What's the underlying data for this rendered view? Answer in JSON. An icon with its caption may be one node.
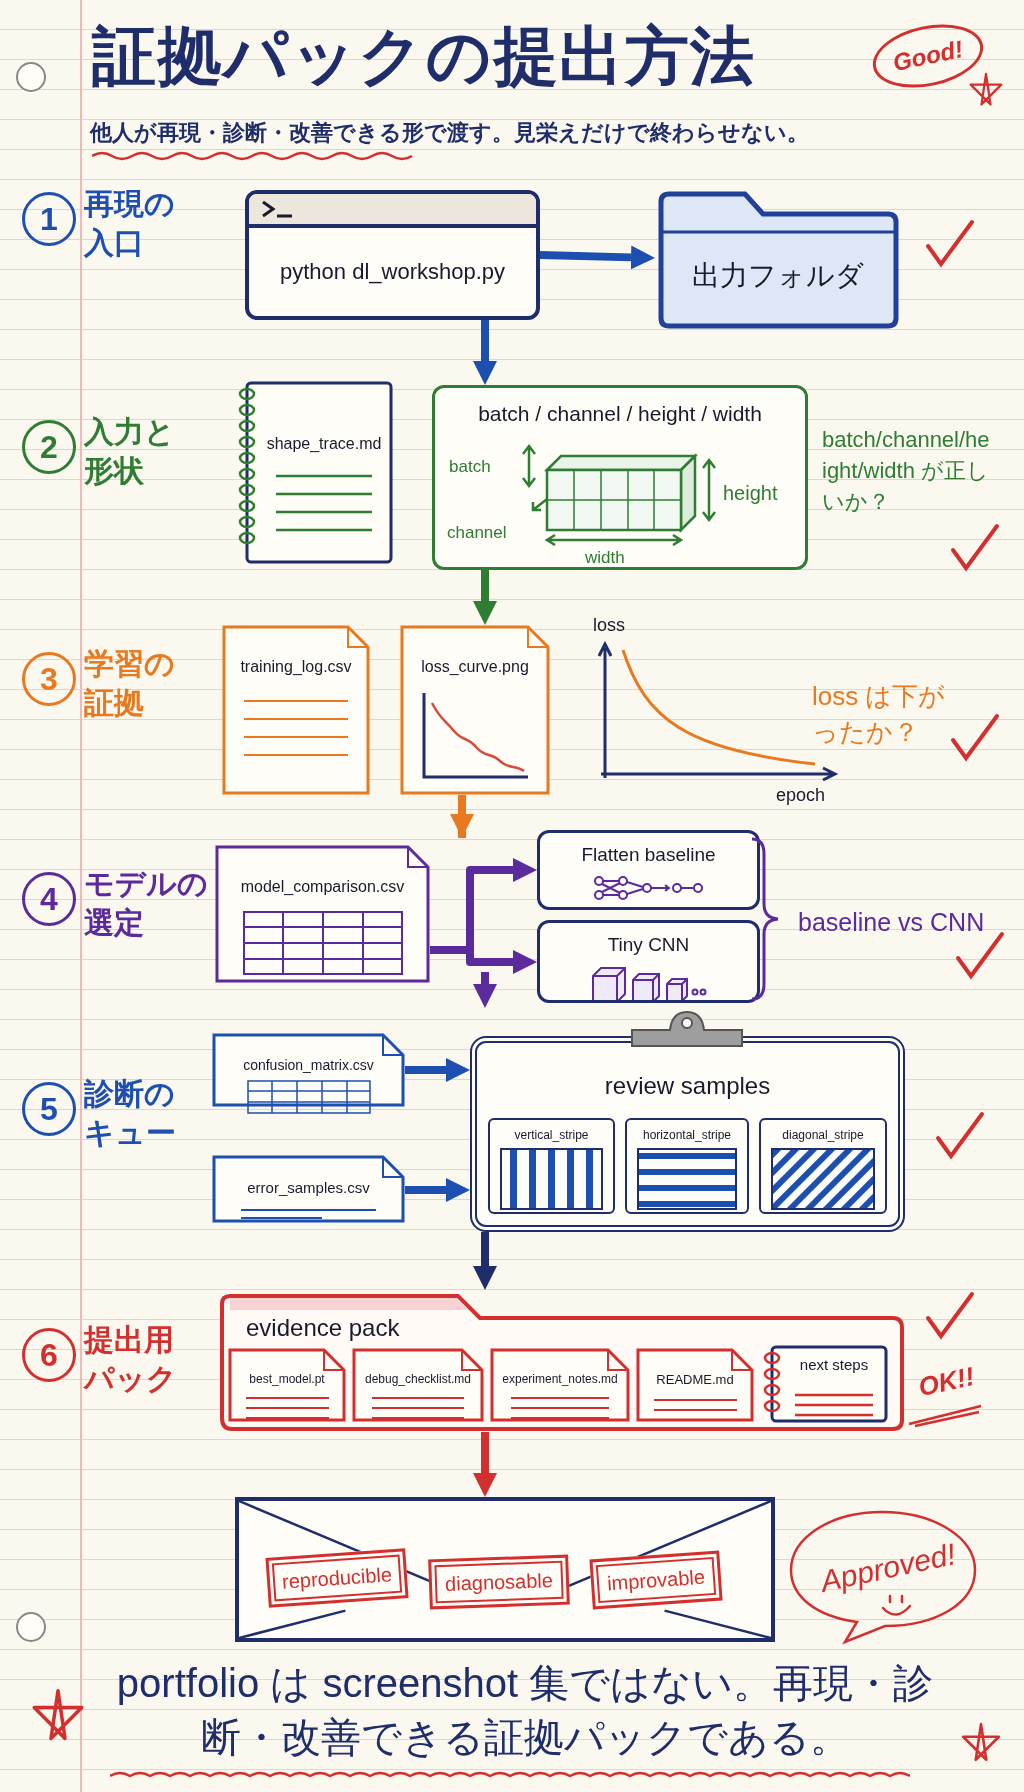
{
  "diagram": {
    "title": "証拠パックの提出方法",
    "caption": "portfolio は screenshot 集ではない。再現・診断・改善できる証拠パックである。",
    "nodes": [
      {
        "text": [
          "1"
        ],
        "beside": [
          "再現の入口"
        ]
      },
      {
        "text": [
          "python dl_workshop.py"
        ]
      },
      {
        "text": [
          "出力フォルダ"
        ]
      },
      {
        "text": [
          "2"
        ],
        "beside": [
          "入力と形状"
        ]
      },
      {
        "text": [
          "shape_trace.md"
        ]
      },
      {
        "text": [
          "batch / channel / height / width",
          "batch",
          "height",
          "channel",
          "width"
        ],
        "beside": [
          "batch/channel/height/width が正しいか？"
        ]
      },
      {
        "text": [
          "3"
        ],
        "beside": [
          "学習の証拠"
        ]
      },
      {
        "text": [
          "training_log.csv"
        ]
      },
      {
        "text": [
          "loss_curve.png"
        ]
      },
      {
        "text": [
          "4"
        ],
        "beside": [
          "モデルの選定"
        ]
      },
      {
        "text": [
          "model_comparison.csv"
        ]
      },
      {
        "text": [
          "Flatten baseline"
        ]
      },
      {
        "text": [
          "Tiny CNN"
        ]
      },
      {
        "text": [
          "5"
        ],
        "beside": [
          "診断のキュー"
        ]
      },
      {
        "text": [
          "confusion_matrix.csv"
        ]
      },
      {
        "text": [
          "error_samples.csv"
        ]
      },
      {
        "text": [
          "review samples"
        ]
      },
      {
        "text": [
          "vertical_stripe"
        ],
        "in": 16
      },
      {
        "text": [
          "horizontal_stripe"
        ],
        "in": 16
      },
      {
        "text": [
          "diagonal_stripe"
        ],
        "in": 16
      },
      {
        "text": [
          "6"
        ],
        "beside": [
          "提出用パック"
        ]
      },
      {
        "text": [
          "evidence pack"
        ]
      },
      {
        "text": [
          "best_model.pt"
        ],
        "in": 21
      },
      {
        "text": [
          "debug_checklist.md"
        ],
        "in": 21
      },
      {
        "text": [
          "experiment_notes.md"
        ],
        "in": 21
      },
      {
        "text": [
          "README.md"
        ],
        "in": 21
      },
      {
        "text": [
          "next steps"
        ],
        "in": 21
      },
      {
        "text": [],
        "shape": "envelope"
      },
      {
        "text": [
          "reproducible"
        ],
        "in": 27
      },
      {
        "text": [
          "diagnosable"
        ],
        "in": 27
      },
      {
        "text": [
          "improvable"
        ],
        "in": 27
      }
    ],
    "edges": [
      {
        "from": 1,
        "to": 2,
        "arrow": "to"
      },
      {
        "from": 1,
        "to": 5,
        "arrow": "to"
      },
      {
        "from": 5,
        "to": 8,
        "arrow": "to",
        "color": "#2e7d32"
      },
      {
        "from": 8,
        "to": null,
        "arrow": "to",
        "color": "#e8791e"
      },
      {
        "from": 10,
        "to": 11,
        "arrow": "to",
        "color": "#5b2a9c"
      },
      {
        "from": 10,
        "to": 12,
        "arrow": "to",
        "color": "#5b2a9c"
      },
      {
        "from": null,
        "to": 16,
        "arrow": "to",
        "color": "#5b2a9c"
      },
      {
        "from": 14,
        "to": 16,
        "arrow": "to"
      },
      {
        "from": 15,
        "to": 16,
        "arrow": "to"
      },
      {
        "from": 16,
        "to": 21,
        "arrow": "to",
        "color": "#1f2d6b"
      },
      {
        "from": 21,
        "to": 27,
        "arrow": "to",
        "color": "#d32f2f"
      }
    ],
    "labels": [
      "他人が再現・診断・改善できる形で渡す。見栄えだけで終わらせない。",
      "Good!",
      "loss",
      "epoch",
      "loss は下がったか？",
      "baseline vs CNN",
      "OK!!",
      "Approved!"
    ]
  }
}
